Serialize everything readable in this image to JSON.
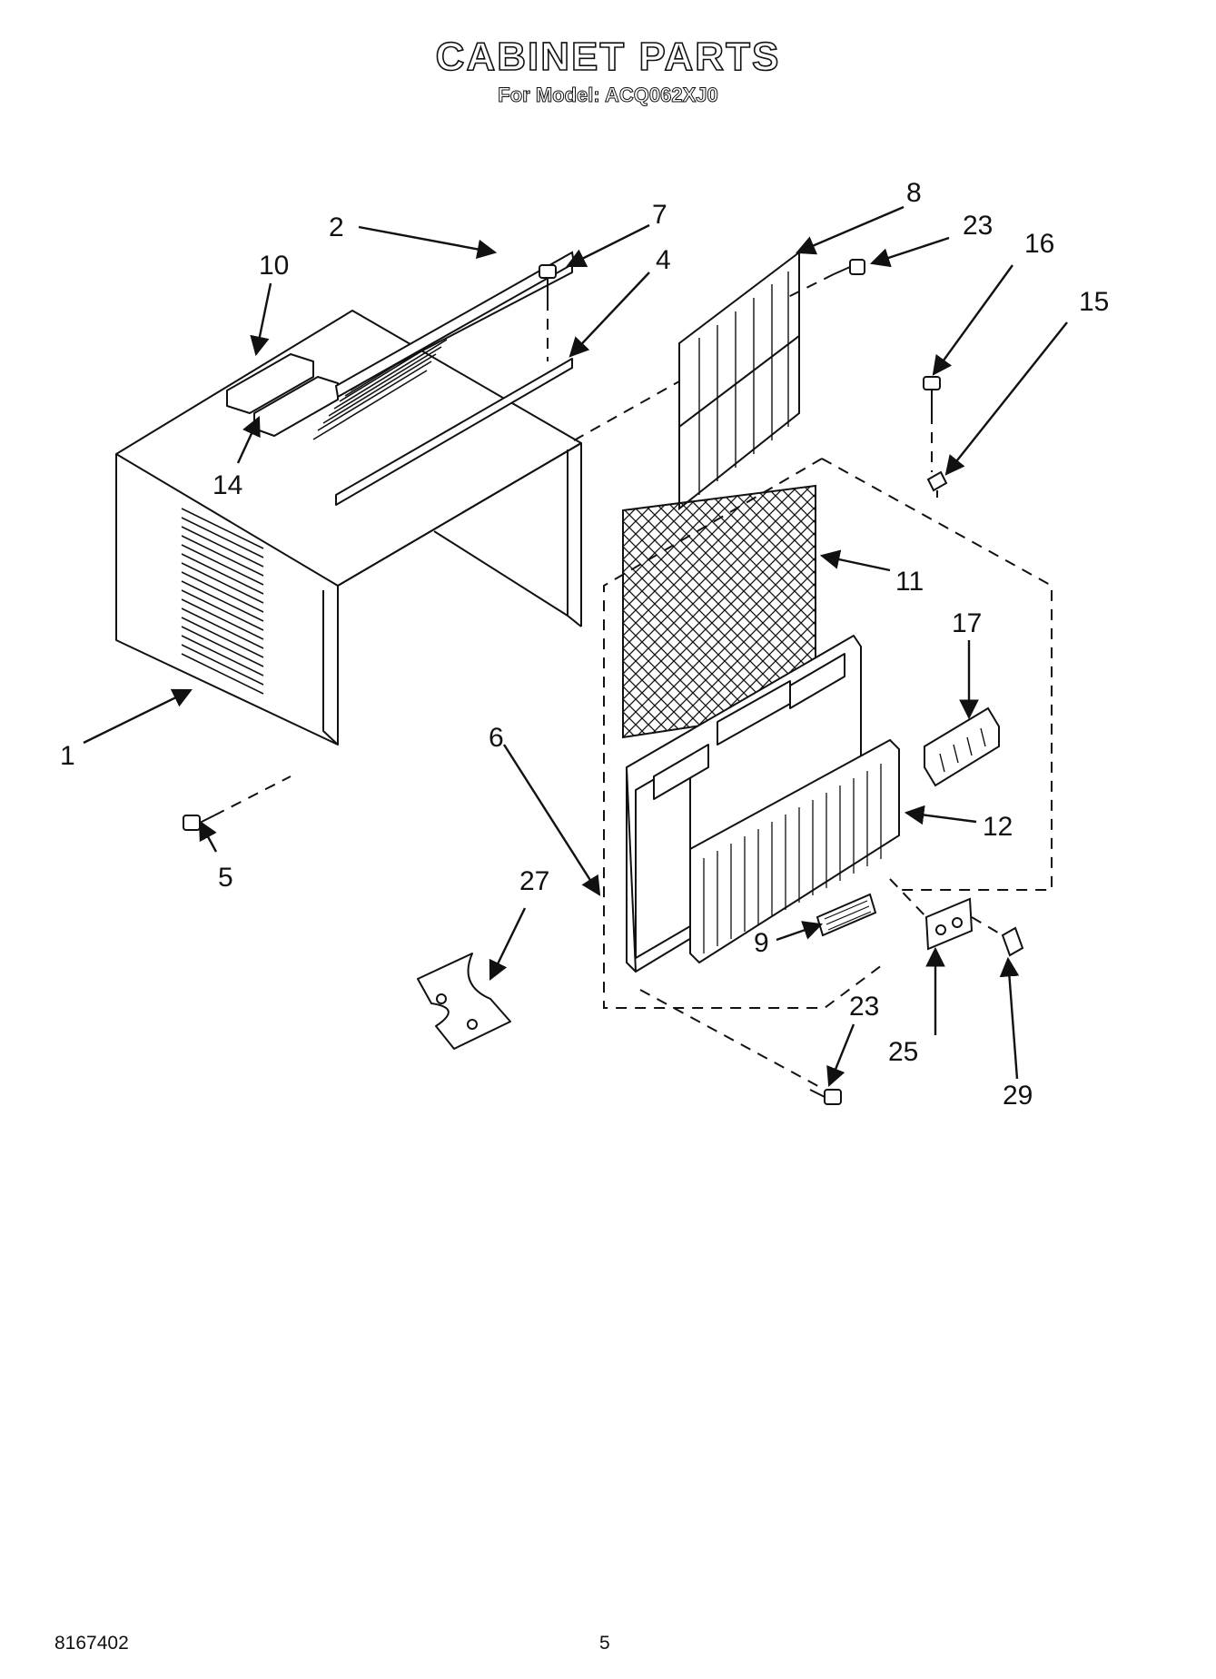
{
  "header": {
    "title": "CABINET PARTS",
    "subtitle": "For Model: ACQ062XJ0"
  },
  "callouts": {
    "c1": "1",
    "c2": "2",
    "c4": "4",
    "c5": "5",
    "c6": "6",
    "c7": "7",
    "c8": "8",
    "c9": "9",
    "c10": "10",
    "c11": "11",
    "c12": "12",
    "c14": "14",
    "c15": "15",
    "c16": "16",
    "c17": "17",
    "c23a": "23",
    "c23b": "23",
    "c25": "25",
    "c27": "27",
    "c29": "29"
  },
  "footer": {
    "doc_number": "8167402",
    "page_number": "5"
  }
}
